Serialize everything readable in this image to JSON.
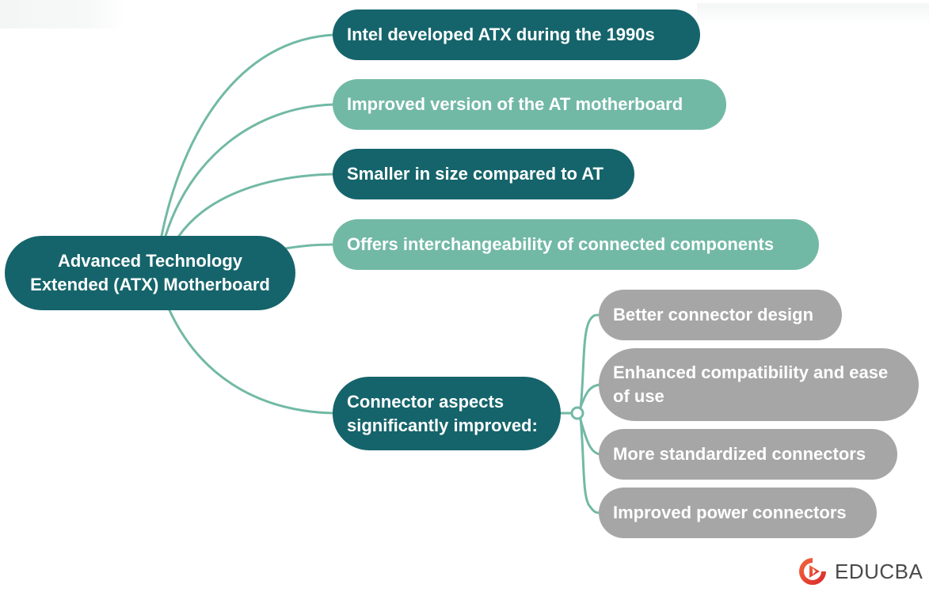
{
  "colors": {
    "dark_node": "#15646b",
    "light_node": "#72b9a5",
    "gray_node": "#a6a6a6",
    "connector": "#72b9a5",
    "text": "#ffffff",
    "logo_red": "#e8432d",
    "logo_text": "#4a4a4a"
  },
  "central": {
    "line1": "Advanced Technology",
    "line2": "Extended (ATX) Motherboard"
  },
  "branches": [
    {
      "label": "Intel developed ATX during the 1990s",
      "style": "dark"
    },
    {
      "label": "Improved version of the AT motherboard",
      "style": "light"
    },
    {
      "label": "Smaller in size compared to AT",
      "style": "dark"
    },
    {
      "label": "Offers interchangeability of connected components",
      "style": "light"
    },
    {
      "label": "Connector aspects significantly improved:",
      "style": "dark",
      "children": [
        {
          "label": "Better connector design"
        },
        {
          "label": "Enhanced compatibility and ease of use"
        },
        {
          "label": "More standardized connectors"
        },
        {
          "label": "Improved power connectors"
        }
      ]
    }
  ],
  "logo": {
    "text": "EDUCBA",
    "icon": "educba-play-logo-icon"
  }
}
